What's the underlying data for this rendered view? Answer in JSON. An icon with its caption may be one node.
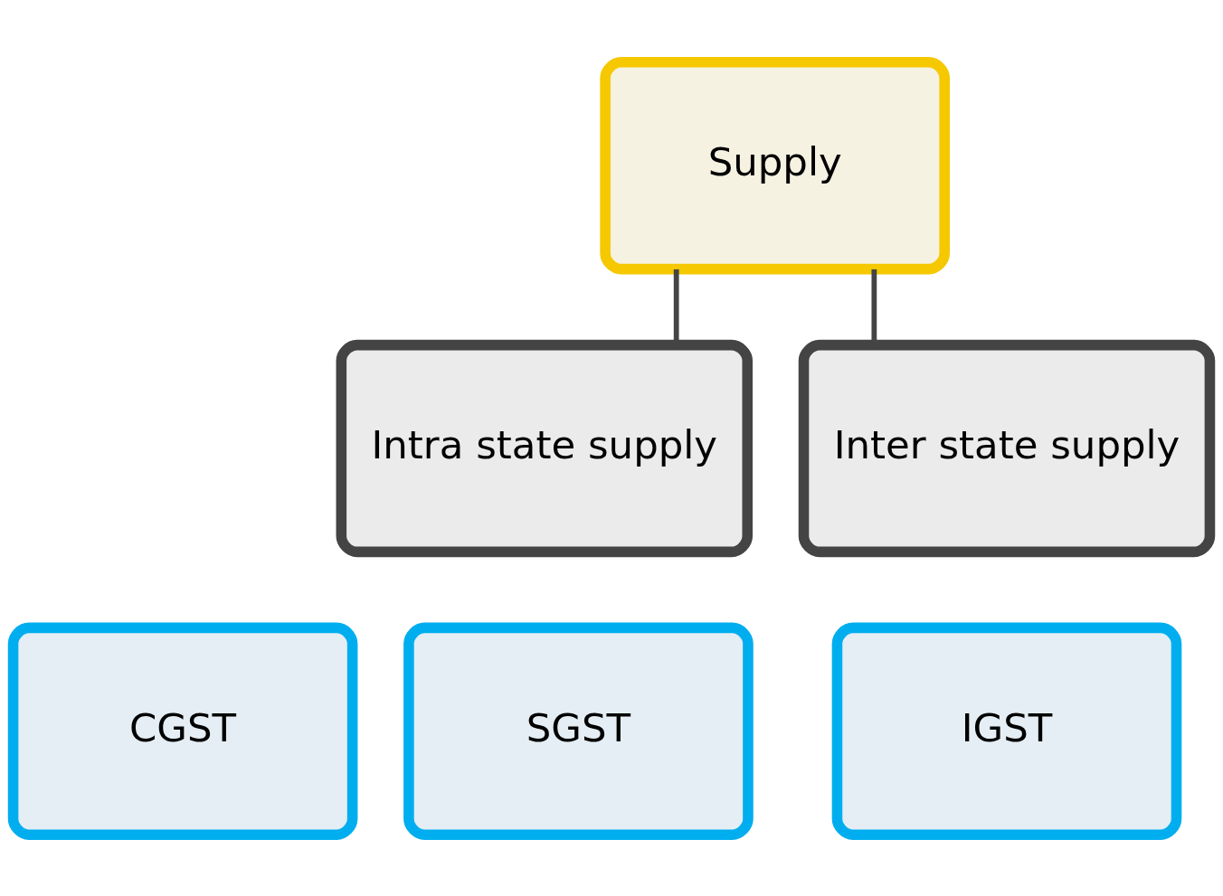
{
  "diagram": {
    "nodes": [
      {
        "text": [
          "Supply"
        ]
      },
      {
        "text": [
          "Intra state supply"
        ]
      },
      {
        "text": [
          "Inter state supply"
        ]
      },
      {
        "text": [
          "CGST"
        ]
      },
      {
        "text": [
          "SGST"
        ]
      },
      {
        "text": [
          "IGST"
        ]
      }
    ],
    "edges": [
      {
        "from": 0,
        "to": 1,
        "arrow": "none"
      },
      {
        "from": 0,
        "to": 2,
        "arrow": "none"
      }
    ]
  }
}
